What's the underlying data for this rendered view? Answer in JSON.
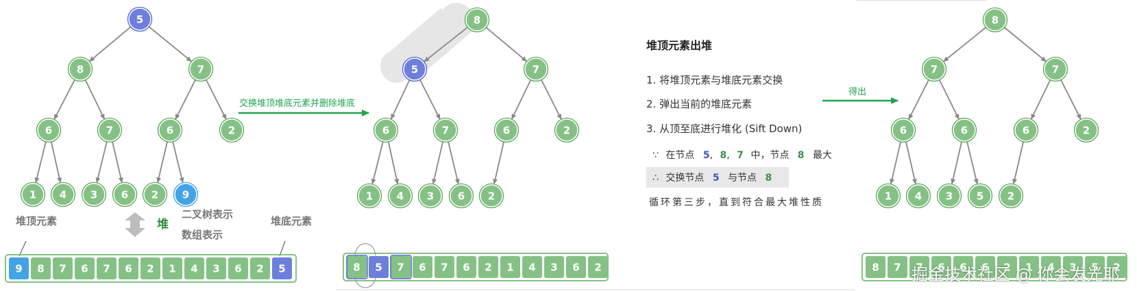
{
  "colors": {
    "green_fill": "#85c185",
    "green_ring": "#5aa55a",
    "blue_fill": "#6d7fdc",
    "blue_ring": "#4f63c8",
    "cyan_fill": "#43a3e6",
    "edge": "#888888",
    "arrow_green": "#22a352",
    "emph_blue": "#3b57c4",
    "emph_green": "#3d8f4a"
  },
  "panel1": {
    "tree_nodes": [
      {
        "v": "5",
        "c": "blue"
      },
      {
        "v": "8",
        "c": "green"
      },
      {
        "v": "7",
        "c": "green"
      },
      {
        "v": "6",
        "c": "green"
      },
      {
        "v": "7",
        "c": "green"
      },
      {
        "v": "6",
        "c": "green"
      },
      {
        "v": "2",
        "c": "green"
      },
      {
        "v": "1",
        "c": "green"
      },
      {
        "v": "4",
        "c": "green"
      },
      {
        "v": "3",
        "c": "green"
      },
      {
        "v": "6",
        "c": "green"
      },
      {
        "v": "2",
        "c": "green"
      },
      {
        "v": "9",
        "c": "cyan"
      }
    ],
    "label_top": "堆顶元素",
    "label_heap": "堆",
    "label_tree_repr": "二叉树表示",
    "label_array_repr": "数组表示",
    "label_bottom": "堆底元素",
    "array": [
      {
        "v": "9",
        "c": "cyan"
      },
      {
        "v": "8",
        "c": "green"
      },
      {
        "v": "7",
        "c": "green"
      },
      {
        "v": "6",
        "c": "green"
      },
      {
        "v": "7",
        "c": "green"
      },
      {
        "v": "6",
        "c": "green"
      },
      {
        "v": "2",
        "c": "green"
      },
      {
        "v": "1",
        "c": "green"
      },
      {
        "v": "4",
        "c": "green"
      },
      {
        "v": "3",
        "c": "green"
      },
      {
        "v": "6",
        "c": "green"
      },
      {
        "v": "2",
        "c": "green"
      },
      {
        "v": "5",
        "c": "blue"
      }
    ],
    "arrow_label": "交换堆顶堆底元素并删除堆底"
  },
  "panel2": {
    "tree_nodes": [
      {
        "v": "8",
        "c": "green"
      },
      {
        "v": "5",
        "c": "blue"
      },
      {
        "v": "7",
        "c": "green"
      },
      {
        "v": "6",
        "c": "green"
      },
      {
        "v": "7",
        "c": "green"
      },
      {
        "v": "6",
        "c": "green"
      },
      {
        "v": "2",
        "c": "green"
      },
      {
        "v": "1",
        "c": "green"
      },
      {
        "v": "4",
        "c": "green"
      },
      {
        "v": "3",
        "c": "green"
      },
      {
        "v": "6",
        "c": "green"
      },
      {
        "v": "2",
        "c": "green"
      }
    ],
    "array": [
      {
        "v": "8",
        "c": "green"
      },
      {
        "v": "5",
        "c": "blue"
      },
      {
        "v": "7",
        "c": "green"
      },
      {
        "v": "6",
        "c": "green"
      },
      {
        "v": "7",
        "c": "green"
      },
      {
        "v": "6",
        "c": "green"
      },
      {
        "v": "2",
        "c": "green"
      },
      {
        "v": "1",
        "c": "green"
      },
      {
        "v": "4",
        "c": "green"
      },
      {
        "v": "3",
        "c": "green"
      },
      {
        "v": "6",
        "c": "green"
      },
      {
        "v": "2",
        "c": "green"
      }
    ]
  },
  "text_panel": {
    "title": "堆顶元素出堆",
    "steps": [
      "1. 将堆顶元素与堆底元素交换",
      "2. 弹出当前的堆底元素",
      "3. 从顶至底进行堆化 (Sift Down)"
    ],
    "because": {
      "sym": "∵",
      "p1": "在节点",
      "n1": "5",
      "sep1": ",",
      "n2": "8",
      "sep2": ",",
      "n3": "7",
      "p2": "中，节点",
      "n4": "8",
      "p3": "最大"
    },
    "therefore": {
      "sym": "∴",
      "p1": "交换节点",
      "n1": "5",
      "p2": "与节点",
      "n2": "8"
    },
    "loop": "循环第三步，直到符合最大堆性质"
  },
  "panel3": {
    "arrow_label": "得出",
    "tree_nodes": [
      {
        "v": "8",
        "c": "green"
      },
      {
        "v": "7",
        "c": "green"
      },
      {
        "v": "7",
        "c": "green"
      },
      {
        "v": "6",
        "c": "green"
      },
      {
        "v": "6",
        "c": "green"
      },
      {
        "v": "6",
        "c": "green"
      },
      {
        "v": "2",
        "c": "green"
      },
      {
        "v": "1",
        "c": "green"
      },
      {
        "v": "4",
        "c": "green"
      },
      {
        "v": "3",
        "c": "green"
      },
      {
        "v": "5",
        "c": "green"
      },
      {
        "v": "2",
        "c": "green"
      }
    ],
    "array": [
      {
        "v": "8",
        "c": "green"
      },
      {
        "v": "7",
        "c": "green"
      },
      {
        "v": "7",
        "c": "green"
      },
      {
        "v": "6",
        "c": "green"
      },
      {
        "v": "6",
        "c": "green"
      },
      {
        "v": "6",
        "c": "green"
      },
      {
        "v": "2",
        "c": "green"
      },
      {
        "v": "1",
        "c": "green"
      },
      {
        "v": "4",
        "c": "green"
      },
      {
        "v": "3",
        "c": "green"
      },
      {
        "v": "5",
        "c": "green"
      },
      {
        "v": "2",
        "c": "green"
      }
    ]
  },
  "watermark": "掘金技术社区 @ 你会发光耶"
}
